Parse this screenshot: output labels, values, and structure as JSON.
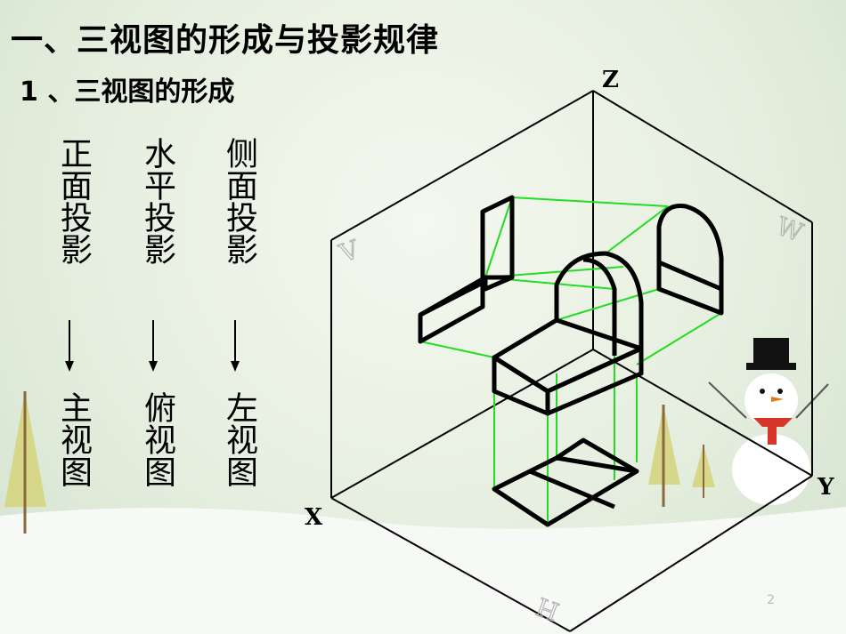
{
  "title": "一、三视图的形成与投影规律",
  "subtitle": "1 、三视图的形成",
  "columns": [
    {
      "top": "正面投影",
      "bottom": "主视图"
    },
    {
      "top": "水平投影",
      "bottom": "俯视图"
    },
    {
      "top": "侧面投影",
      "bottom": "左视图"
    }
  ],
  "axes": {
    "z": "Z",
    "x": "X",
    "y": "Y"
  },
  "planes": {
    "v": "V",
    "w": "W",
    "h": "H"
  },
  "page_number": "2",
  "colors": {
    "projection_line": "#22dd22",
    "outline": "#000000"
  }
}
